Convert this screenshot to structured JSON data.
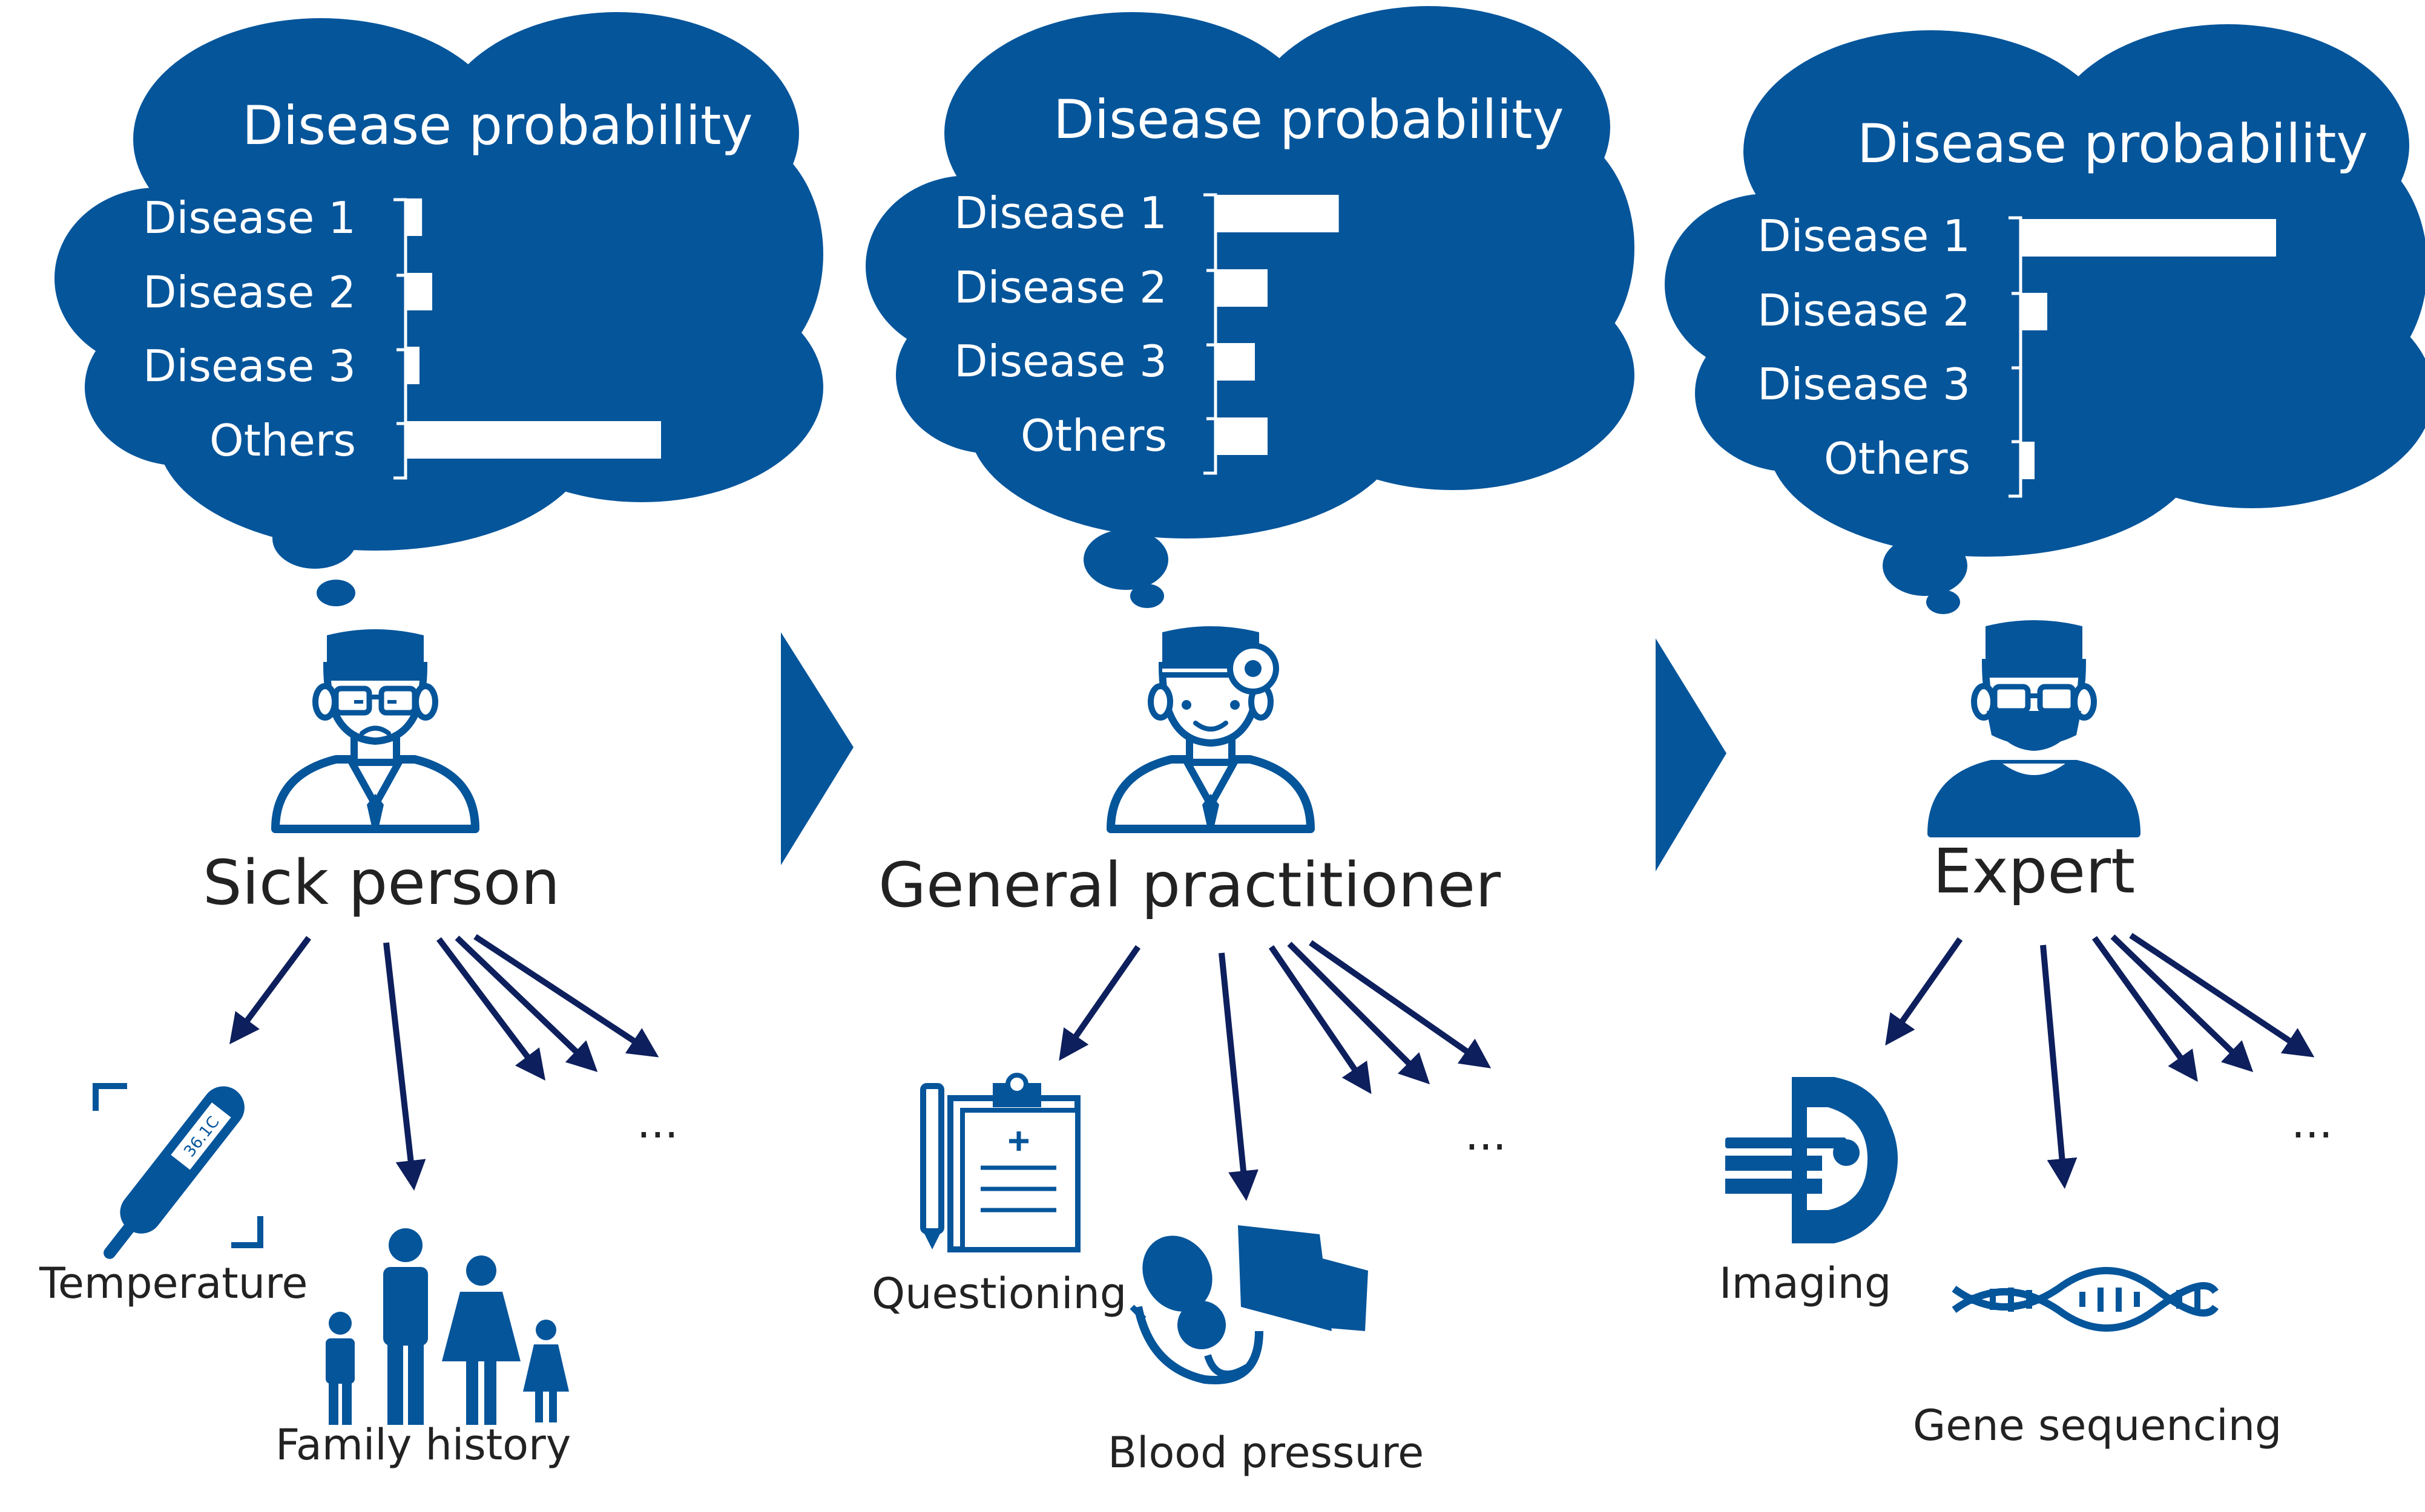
{
  "colors": {
    "primary": "#05559b",
    "arrow": "#0d1f5c",
    "text": "#222222",
    "white": "#ffffff"
  },
  "stages": [
    {
      "role": "Sick person",
      "cloud_title": "Disease probability",
      "bars": [
        {
          "label": "Disease 1",
          "value": 0.06
        },
        {
          "label": "Disease 2",
          "value": 0.1
        },
        {
          "label": "Disease 3",
          "value": 0.05
        },
        {
          "label": "Others",
          "value": 1.0
        }
      ],
      "items": [
        "Temperature",
        "Family history"
      ],
      "more": "..."
    },
    {
      "role": "General practitioner",
      "cloud_title": "Disease probability",
      "bars": [
        {
          "label": "Disease 1",
          "value": 0.48
        },
        {
          "label": "Disease 2",
          "value": 0.2
        },
        {
          "label": "Disease 3",
          "value": 0.15
        },
        {
          "label": "Others",
          "value": 0.2
        }
      ],
      "items": [
        "Questioning",
        "Blood pressure"
      ],
      "more": "..."
    },
    {
      "role": "Expert",
      "cloud_title": "Disease probability",
      "bars": [
        {
          "label": "Disease 1",
          "value": 1.0
        },
        {
          "label": "Disease 2",
          "value": 0.1
        },
        {
          "label": "Disease 3",
          "value": 0.0
        },
        {
          "label": "Others",
          "value": 0.05
        }
      ],
      "items": [
        "Imaging",
        "Gene sequencing"
      ],
      "more": "..."
    }
  ],
  "icons": {
    "stage1_person": "sick-person-icon",
    "stage2_person": "doctor-icon",
    "stage3_person": "expert-surgeon-icon",
    "temperature": "thermometer-icon",
    "family_history": "family-icon",
    "questioning": "clipboard-icon",
    "blood_pressure": "blood-pressure-cuff-icon",
    "imaging": "scanner-icon",
    "gene_sequencing": "dna-icon",
    "flow": "chevron-right-icon"
  }
}
